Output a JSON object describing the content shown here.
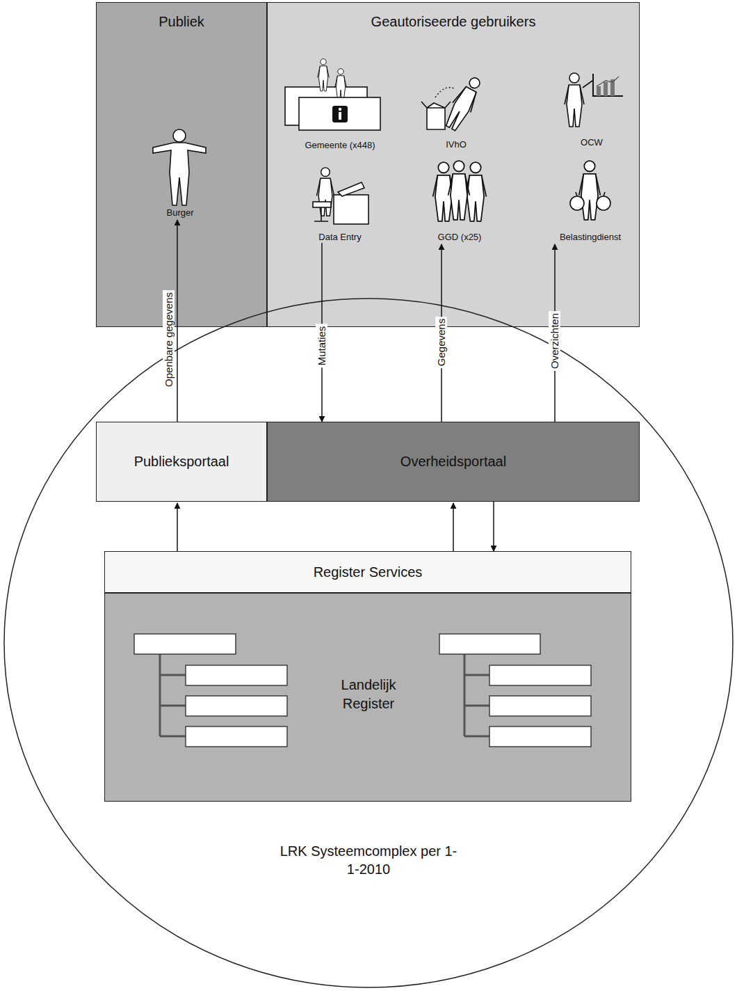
{
  "diagram": {
    "nodes": [
      {
        "text": [
          "Publiek"
        ]
      },
      {
        "text": [
          "Burger"
        ],
        "in": 0
      },
      {
        "text": [
          "Geautoriseerde gebruikers"
        ]
      },
      {
        "text": [
          "Gemeente (x448)"
        ],
        "in": 2
      },
      {
        "text": [
          "IVhO"
        ],
        "in": 2
      },
      {
        "text": [
          "OCW"
        ],
        "in": 2
      },
      {
        "text": [
          "Data Entry"
        ],
        "in": 2
      },
      {
        "text": [
          "GGD (x25)"
        ],
        "in": 2
      },
      {
        "text": [
          "Belastingdienst"
        ],
        "in": 2
      },
      {
        "text": [
          "LRK Systeemcomplex per 1-1-2010"
        ]
      },
      {
        "text": [
          "Publieksportaal"
        ],
        "in": 9
      },
      {
        "text": [
          "Overheidsportaal"
        ],
        "in": 9
      },
      {
        "text": [
          "Register Services"
        ],
        "in": 9
      },
      {
        "text": [
          "Landelijk Register"
        ],
        "in": 9
      }
    ],
    "edges": [
      {
        "from": 10,
        "to": 1,
        "label": "Openbare gegevens",
        "arrow": "to"
      },
      {
        "from": 6,
        "to": 11,
        "label": "Mutaties",
        "arrow": "to"
      },
      {
        "from": 11,
        "to": 7,
        "label": "Gegevens",
        "arrow": "to"
      },
      {
        "from": 11,
        "to": 8,
        "label": "Overzichten",
        "arrow": "to"
      },
      {
        "from": 12,
        "to": 10,
        "arrow": "to"
      },
      {
        "from": 12,
        "to": 11,
        "arrow": "to"
      },
      {
        "from": 11,
        "to": 12,
        "arrow": "to"
      }
    ]
  }
}
